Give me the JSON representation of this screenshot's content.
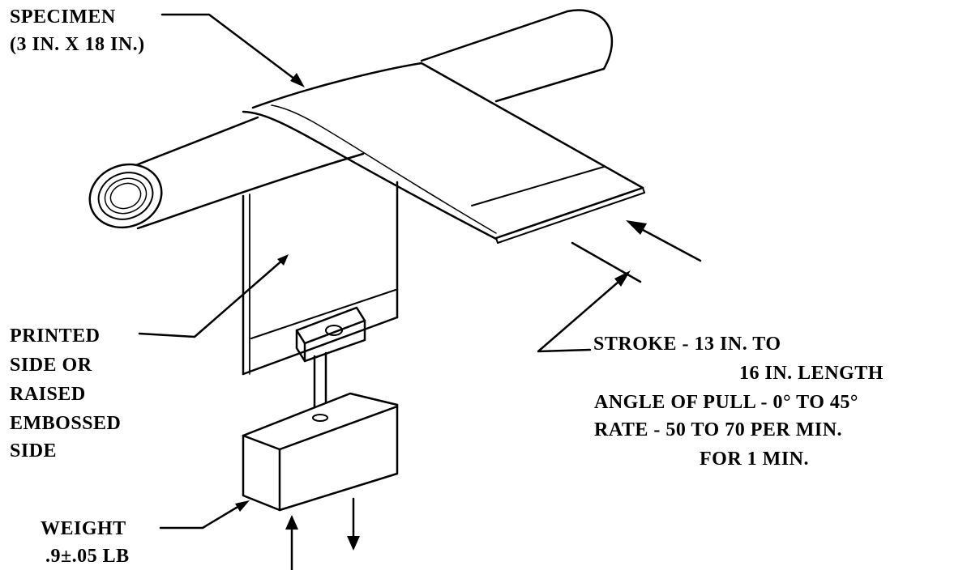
{
  "labels": {
    "specimen_line1": "SPECIMEN",
    "specimen_line2": "(3 IN. X 18 IN.)",
    "printed_line1": "PRINTED",
    "printed_line2": "SIDE OR",
    "printed_line3": "RAISED",
    "printed_line4": "EMBOSSED",
    "printed_line5": "SIDE",
    "weight_line1": "WEIGHT",
    "weight_line2": ".9±.05 LB",
    "stroke_line1": "STROKE - 13 IN. TO",
    "stroke_line2": "16 IN. LENGTH",
    "angle_line": "ANGLE OF PULL - 0° TO 45°",
    "rate_line": "RATE - 50 TO 70 PER MIN.",
    "duration_line": "FOR 1 MIN."
  }
}
